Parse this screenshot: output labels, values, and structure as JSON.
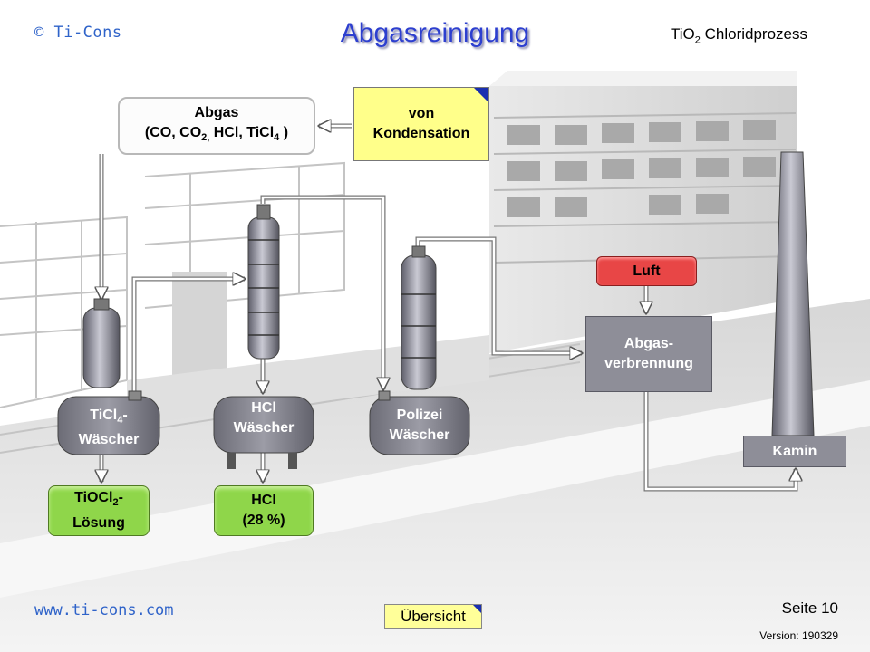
{
  "header": {
    "copyright": "© Ti-Cons",
    "title": "Abgasreinigung",
    "subtitle_pre": "TiO",
    "subtitle_sub": "2",
    "subtitle_post": " Chloridprozess"
  },
  "boxes": {
    "abgas_line1": "Abgas",
    "abgas_line2_a": "(CO, CO",
    "abgas_line2_sub1": "2,",
    "abgas_line2_b": " HCl,  TiCl",
    "abgas_line2_sub2": "4",
    "abgas_line2_c": " )",
    "kondensation_line1": "von",
    "kondensation_line2": "Kondensation",
    "luft": "Luft",
    "verbrennung_line1": "Abgas-",
    "verbrennung_line2": "verbrennung",
    "kamin": "Kamin",
    "tiocl_a": "TiOCl",
    "tiocl_sub": "2",
    "tiocl_b": "-",
    "tiocl_line2": "Lösung",
    "hcl_line1": "HCl",
    "hcl_line2": "(28 %)"
  },
  "vessels": {
    "ticl_a": "TiCl",
    "ticl_sub": "4",
    "ticl_b": "-",
    "ticl_line2": "Wäscher",
    "hcl_line1": "HCl",
    "hcl_line2": "Wäscher",
    "polizei_line1": "Polizei",
    "polizei_line2": "Wäscher"
  },
  "footer": {
    "url": "www.ti-cons.com",
    "overview": "Übersicht",
    "page": "Seite 10",
    "version": "Version: 190329"
  },
  "colors": {
    "title_blue": "#2d3fcf",
    "link_blue": "#2f63c9",
    "green_product": "#8fd64a",
    "red_air": "#e84646",
    "yellow_source": "#ffff8a",
    "gray_unit": "#8e8e98"
  }
}
